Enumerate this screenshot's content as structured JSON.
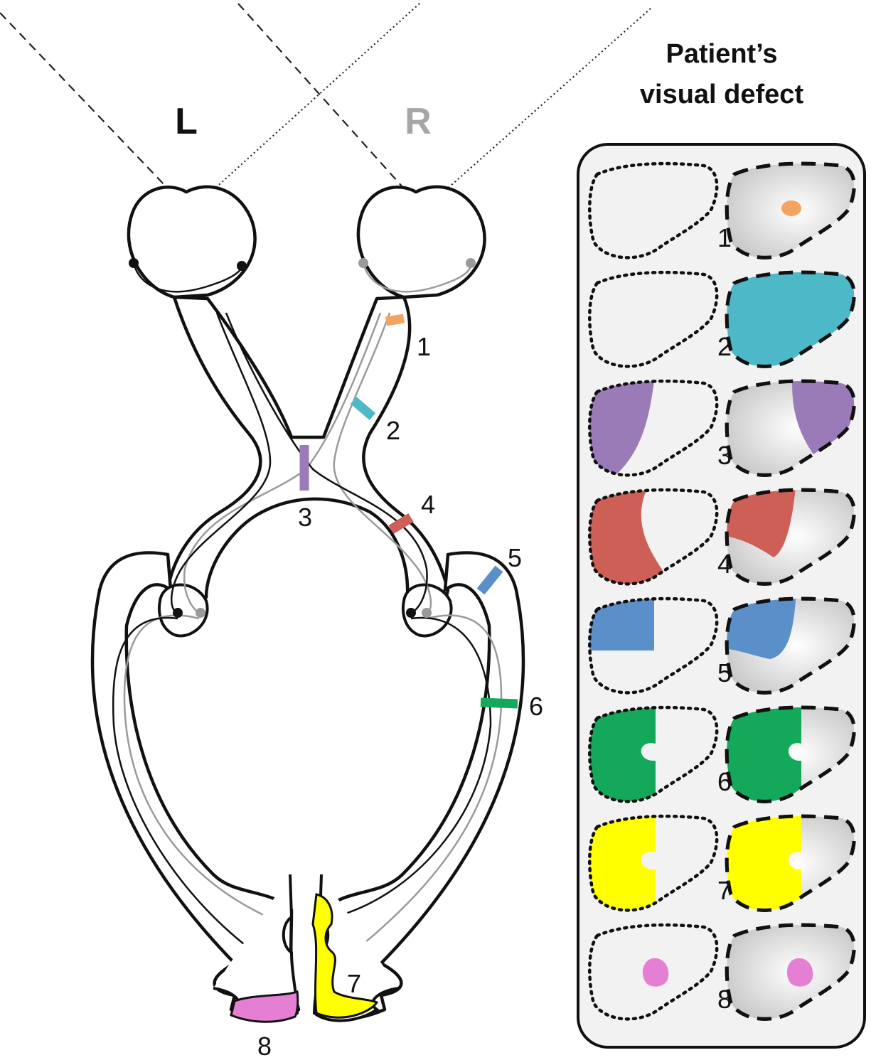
{
  "side_labels": {
    "left": "L",
    "right": "R"
  },
  "panel": {
    "title_line1": "Patient’s",
    "title_line2": "visual defect"
  },
  "lesions": [
    {
      "number": "1",
      "color": "#f4a460"
    },
    {
      "number": "2",
      "color": "#4db8c8"
    },
    {
      "number": "3",
      "color": "#9a7bb8"
    },
    {
      "number": "4",
      "color": "#cd5f57"
    },
    {
      "number": "5",
      "color": "#5b8fc9"
    },
    {
      "number": "6",
      "color": "#14a85a"
    },
    {
      "number": "7",
      "color": "#ffff00"
    },
    {
      "number": "8",
      "color": "#e57fd4"
    }
  ],
  "colors": {
    "left_eye_marker": "#111111",
    "right_eye_marker": "#9a9a9a",
    "panel_background": "#f2f2f2"
  }
}
